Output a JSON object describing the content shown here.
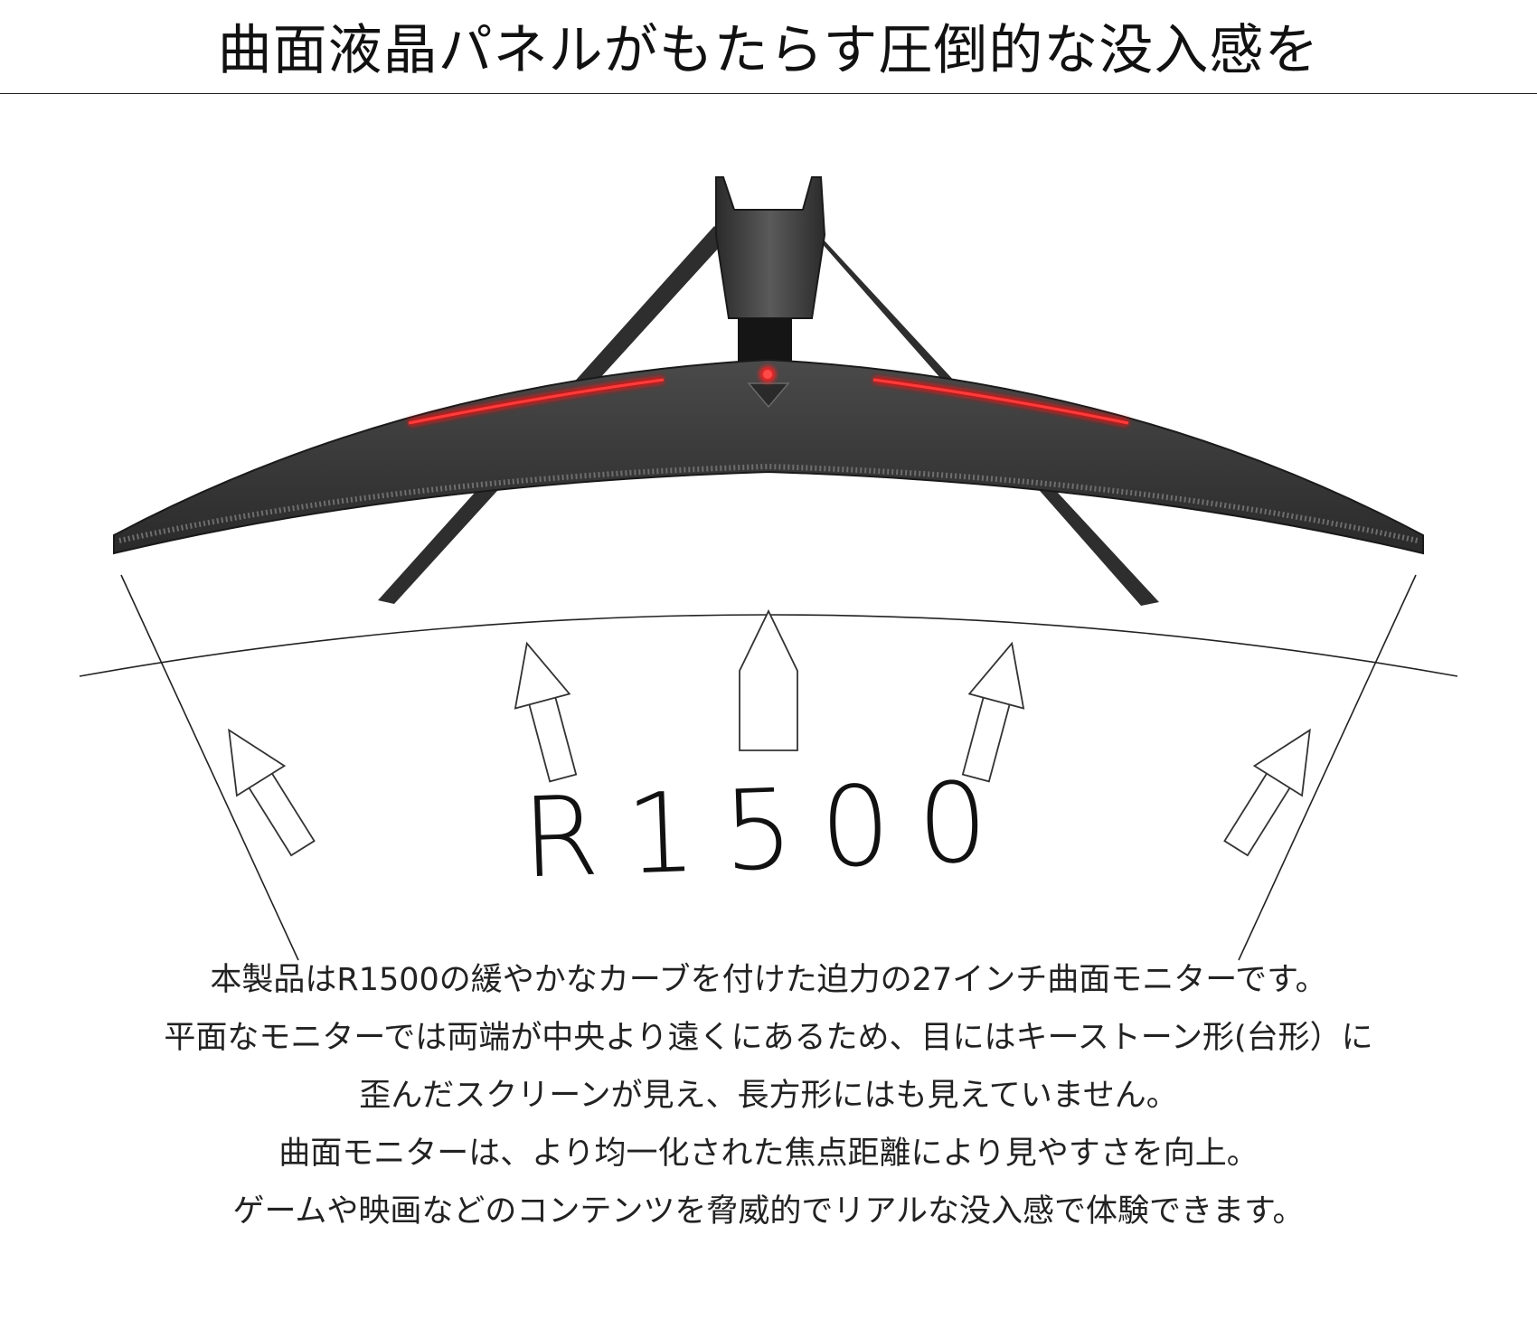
{
  "headline": "曲面液晶パネルがもたらす圧倒的な没入感を",
  "figure": {
    "radius_label": "R1500",
    "colors": {
      "monitor_body": "#3a3a3a",
      "monitor_dark": "#1d1d1d",
      "led_accent": "#e01414",
      "line": "#222222"
    }
  },
  "description": {
    "lines": [
      "本製品はR1500の緩やかなカーブを付けた迫力の27インチ曲面モニターです。",
      "平面なモニターでは両端が中央より遠くにあるため、目にはキーストーン形(台形）に",
      "歪んだスクリーンが見え、長方形にはも見えていません。",
      "曲面モニターは、より均一化された焦点距離により見やすさを向上。",
      "ゲームや映画などのコンテンツを脅威的でリアルな没入感で体験できます。"
    ]
  }
}
